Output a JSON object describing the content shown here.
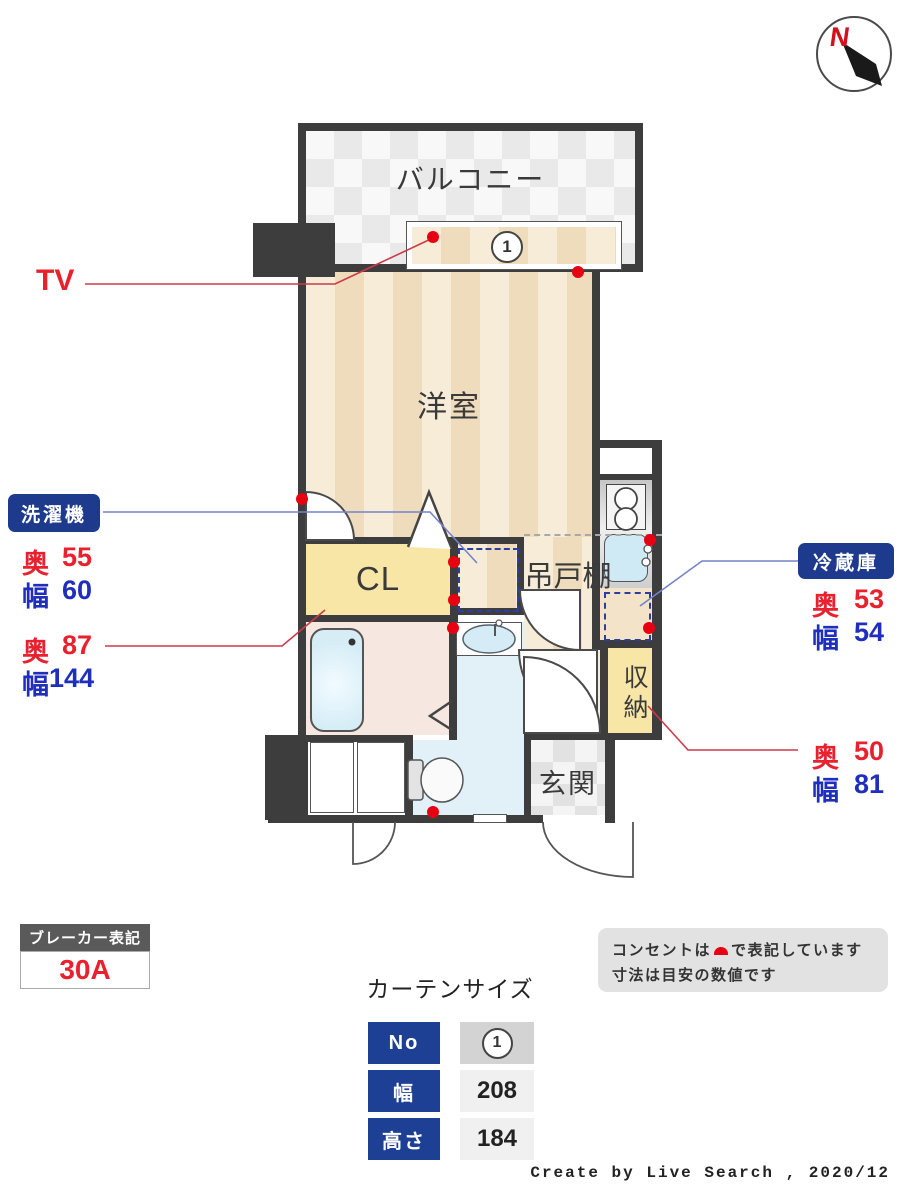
{
  "compass": {
    "n": "N"
  },
  "rooms": {
    "balcony": "バルコニー",
    "living": "洋室",
    "closet": "CL",
    "cupboard": "吊戸棚",
    "storage": "収納",
    "entrance": "玄関"
  },
  "window": {
    "no": "1"
  },
  "leaders": {
    "tv": "TV",
    "washer": {
      "name": "洗濯機",
      "rows": [
        {
          "k": "奥",
          "v": "55"
        },
        {
          "k": "幅",
          "v": "60"
        }
      ]
    },
    "closet_dims": {
      "rows": [
        {
          "k": "奥",
          "v": "87"
        },
        {
          "k": "幅",
          "v": "144"
        }
      ]
    },
    "fridge": {
      "name": "冷蔵庫",
      "rows": [
        {
          "k": "奥",
          "v": "53"
        },
        {
          "k": "幅",
          "v": "54"
        }
      ]
    },
    "storage_dims": {
      "rows": [
        {
          "k": "奥",
          "v": "50"
        },
        {
          "k": "幅",
          "v": "81"
        }
      ]
    }
  },
  "breaker": {
    "title": "ブレーカー表記",
    "value": "30A"
  },
  "curtain": {
    "title": "カーテンサイズ",
    "rows": [
      {
        "label": "No",
        "value": "1"
      },
      {
        "label": "幅",
        "value": "208"
      },
      {
        "label": "高さ",
        "value": "184"
      }
    ]
  },
  "note": {
    "line1a": "コンセントは",
    "line1b": "で表記しています",
    "line2": "寸法は目安の数値です"
  },
  "credit": "Create by Live Search , 2020/12",
  "colors": {
    "red": "#e8212e",
    "blue": "#1f2ebc",
    "label_bg": "#1e3a8c",
    "wall": "#3d3d3d",
    "outlet": "#e60012"
  }
}
